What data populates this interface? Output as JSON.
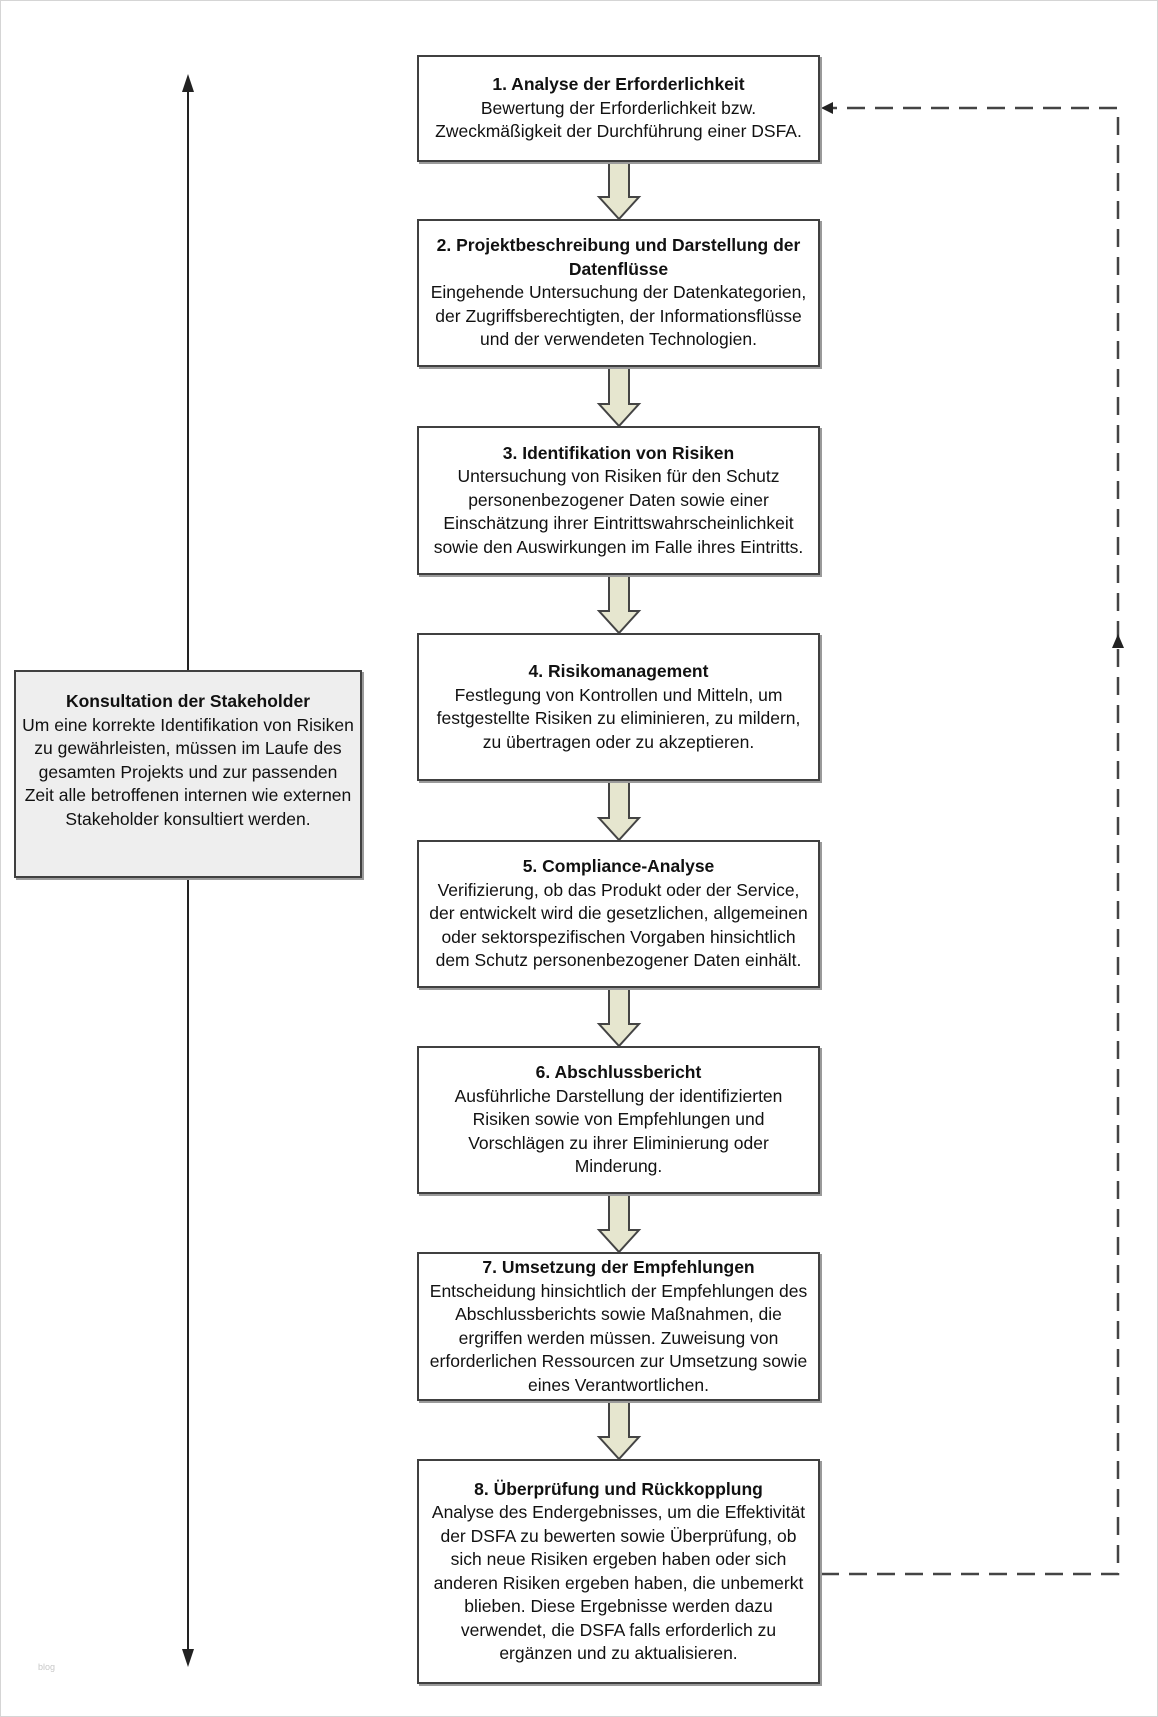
{
  "steps": [
    {
      "title": "1. Analyse der Erforderlichkeit",
      "text": "Bewertung der Erforderlichkeit bzw. Zweckmäßigkeit der Durchführung einer DSFA."
    },
    {
      "title": "2. Projektbeschreibung und Darstellung der Datenflüsse",
      "text": "Eingehende Untersuchung der Datenkategorien, der Zugriffsberechtigten, der Informationsflüsse und der verwendeten Technologien."
    },
    {
      "title": "3. Identifikation von Risiken",
      "text": "Untersuchung von Risiken für den Schutz personenbezogener Daten sowie einer Einschätzung ihrer Eintrittswahrscheinlichkeit sowie den Auswirkungen im Falle ihres Eintritts."
    },
    {
      "title": "4. Risikomanagement",
      "text": "Festlegung von Kontrollen und Mitteln, um festgestellte Risiken zu eliminieren, zu mildern, zu übertragen oder zu akzeptieren."
    },
    {
      "title": "5. Compliance-Analyse",
      "text": "Verifizierung, ob das Produkt oder der Service, der entwickelt wird die gesetzlichen, allgemeinen oder sektorspezifischen Vorgaben hinsichtlich dem Schutz personenbezogener Daten einhält."
    },
    {
      "title": "6. Abschlussbericht",
      "text": "Ausführliche Darstellung der identifizierten Risiken sowie von Empfehlungen und Vorschlägen zu ihrer Eliminierung oder Minderung."
    },
    {
      "title": "7. Umsetzung der Empfehlungen",
      "text": "Entscheidung hinsichtlich der Empfehlungen des Abschlussberichts sowie Maßnahmen, die ergriffen werden müssen. Zuweisung von erforderlichen Ressourcen zur Umsetzung sowie eines Verantwortlichen."
    },
    {
      "title": "8. Überprüfung und Rückkopplung",
      "text": "Analyse des Endergebnisses, um die Effektivität der DSFA zu bewerten sowie Überprüfung, ob sich neue Risiken ergeben haben oder sich anderen Risiken ergeben haben, die unbemerkt blieben. Diese Ergebnisse werden dazu verwendet, die DSFA falls erforderlich zu ergänzen und zu aktualisieren."
    }
  ],
  "stakeholder": {
    "title": "Konsultation der Stakeholder",
    "text": "Um eine korrekte Identifikation von Risiken zu gewährleisten, müssen im Laufe des gesamten Projekts und zur passenden Zeit alle betroffenen internen wie externen Stakeholder konsultiert werden."
  },
  "watermark": "blog",
  "colors": {
    "box_border": "#404040",
    "arrow_fill": "#e6e6cf",
    "arrow_stroke": "#444444",
    "stakeholder_fill": "#eeeeee"
  }
}
